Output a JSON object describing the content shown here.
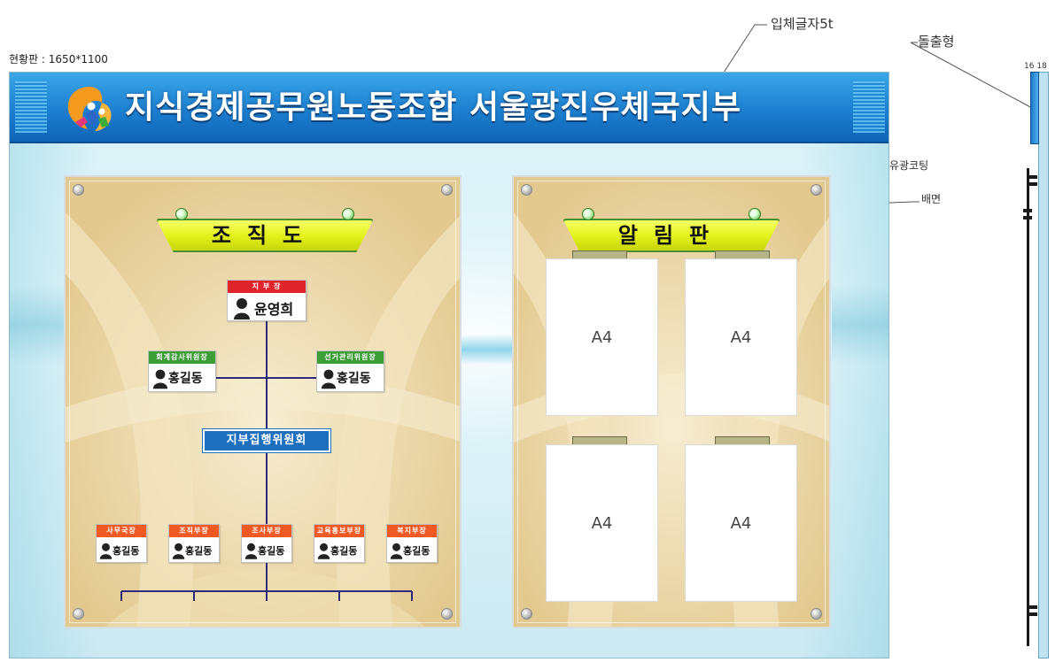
{
  "annotations": {
    "size_label": "현황판 : 1650*1100",
    "letter_spec": "입체글자5t",
    "protrusion": "돌출형",
    "thickness": "16 18",
    "uv_coating": "유광코팅",
    "back": "배면"
  },
  "header": {
    "title": "지식경제공무원노동조합 서울광진우체국지부"
  },
  "org_panel": {
    "title": "조직도",
    "head": {
      "role": "지 부 장",
      "name": "윤영희"
    },
    "deputies": [
      {
        "role": "회계감사위원장",
        "name": "홍길동"
      },
      {
        "role": "선거관리위원장",
        "name": "홍길동"
      }
    ],
    "committee": "지부집행위원회",
    "departments": [
      {
        "role": "사무국장",
        "name": "홍길동"
      },
      {
        "role": "조직부장",
        "name": "홍길동"
      },
      {
        "role": "조사부장",
        "name": "홍길동"
      },
      {
        "role": "교육홍보부장",
        "name": "홍길동"
      },
      {
        "role": "복지부장",
        "name": "홍길동"
      }
    ]
  },
  "notice_panel": {
    "title": "알림판",
    "sheets": [
      "A4",
      "A4",
      "A4",
      "A4"
    ]
  },
  "colors": {
    "header_blue": "#1d7fd0",
    "title_yellow": "#e3f21a",
    "role_red": "#e0242b",
    "role_green": "#3c9e37",
    "role_orange": "#ef5a24",
    "committee_blue": "#1f6fbf"
  }
}
